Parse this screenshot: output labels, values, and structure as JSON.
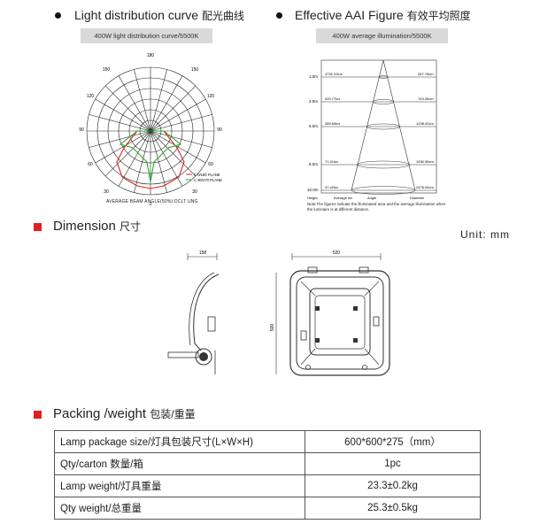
{
  "sections": {
    "light_curve": {
      "title": "Light distribution curve",
      "title_cn": "配光曲线",
      "caption": "400W light distribution curve/5500K",
      "polar_labels": [
        "0",
        "30",
        "60",
        "90",
        "120",
        "150",
        "180"
      ],
      "bottom_label": "AVERAGE BEAM ANGLE(50%):DCLT UNG",
      "legend": [
        "C 0/180 PLANE",
        "C 90/270 PLANE"
      ]
    },
    "aai": {
      "title": "Effective AAI Figure",
      "title_cn": "有效平均照度",
      "caption": "400W average illumination/5500K",
      "row_labels": [
        "1.0m",
        "3.0m",
        "5.0m",
        "8.0m",
        "10.0m"
      ],
      "left_values": [
        "4732.31lux",
        "920.77lux",
        "289.65lux",
        "71.41lux",
        "47.42lux"
      ],
      "right_values": [
        "267.76cm",
        "743.26cm",
        "1238.40cm",
        "1930.96cm",
        "2476.94cm"
      ],
      "footer_heads": [
        "Height",
        "Average lux",
        "Angle",
        "Diameter"
      ],
      "note": "Note:The figures indicate the illuminated area and the average illumination when the luminaire is at different distance."
    },
    "dimension": {
      "title": "Dimension",
      "title_cn": "尺寸",
      "unit": "Unit: mm",
      "dim_side": "158",
      "dim_width": "520",
      "dim_height": "500"
    },
    "packing": {
      "title": "Packing /weight",
      "title_cn": "包装/重量",
      "rows": [
        {
          "label": "Lamp package size/灯具包装尺寸(L×W×H)",
          "value": "600*600*275（mm）"
        },
        {
          "label": "Qty/carton  数量/箱",
          "value": "1pc"
        },
        {
          "label": "Lamp weight/灯具重量",
          "value": "23.3±0.2kg"
        },
        {
          "label": "Qty weight/总重量",
          "value": "25.3±0.5kg"
        }
      ]
    }
  },
  "colors": {
    "accent_red": "#e02020",
    "curve_green": "#22aa22",
    "curve_red": "#dd2222",
    "caption_gray": "#d9d9d9"
  }
}
